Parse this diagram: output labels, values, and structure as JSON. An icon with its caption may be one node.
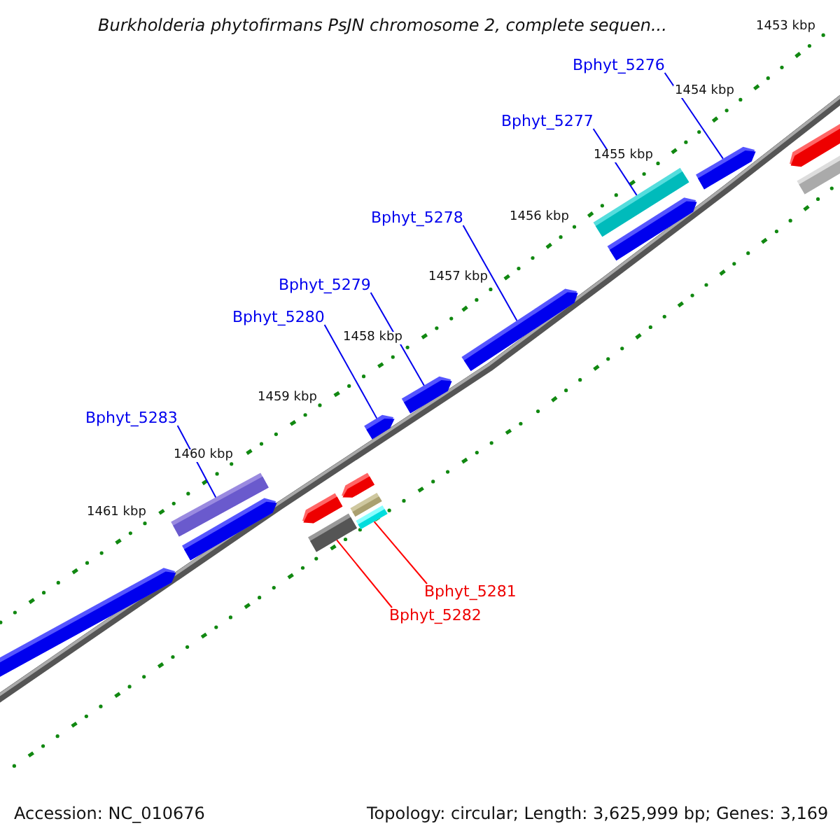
{
  "diagram": {
    "title": "Burkholderia phytofirmans PsJN chromosome 2, complete sequen...",
    "nodes": [
      {
        "text": [
          "Bphyt_5276"
        ]
      },
      {
        "text": [
          "Bphyt_5277"
        ]
      },
      {
        "text": [
          "Bphyt_5278"
        ]
      },
      {
        "text": [
          "Bphyt_5279"
        ]
      },
      {
        "text": [
          "Bphyt_5280"
        ]
      },
      {
        "text": [
          "Bphyt_5283"
        ]
      },
      {
        "text": [
          "Bphyt_5281"
        ]
      },
      {
        "text": [
          "Bphyt_5282"
        ]
      },
      {
        "text": [],
        "shape": "bar"
      },
      {
        "text": [],
        "shape": "bar"
      },
      {
        "text": [],
        "shape": "bar"
      },
      {
        "text": [],
        "shape": "bar"
      },
      {
        "text": [],
        "shape": "bar"
      },
      {
        "text": [],
        "shape": "bar"
      },
      {
        "text": [],
        "shape": "bar"
      },
      {
        "text": [],
        "shape": "bar"
      },
      {
        "text": [],
        "shape": "bar"
      },
      {
        "text": [],
        "shape": "bar"
      },
      {
        "text": [],
        "shape": "bar"
      },
      {
        "text": [],
        "shape": "bar"
      },
      {
        "text": [],
        "shape": "bar"
      },
      {
        "text": [],
        "shape": "bar"
      },
      {
        "text": [],
        "shape": "bar"
      },
      {
        "text": [],
        "shape": "bar"
      }
    ],
    "edges": [
      {
        "from": 0,
        "to": 21,
        "arrow": "none"
      },
      {
        "from": 1,
        "to": 19,
        "arrow": "none"
      },
      {
        "from": 2,
        "to": 18,
        "arrow": "none"
      },
      {
        "from": 3,
        "to": 17,
        "arrow": "none"
      },
      {
        "from": 4,
        "to": 16,
        "arrow": "none"
      },
      {
        "from": 5,
        "to": 9,
        "arrow": "none"
      },
      {
        "from": 6,
        "to": 15,
        "arrow": "none",
        "color": "#ff0000"
      },
      {
        "from": 7,
        "to": 12,
        "arrow": "none",
        "color": "#ff0000"
      }
    ],
    "labels": [
      "1453 kbp",
      "1454 kbp",
      "1455 kbp",
      "1456 kbp",
      "1457 kbp",
      "1458 kbp",
      "1459 kbp",
      "1460 kbp",
      "1461 kbp",
      "Accession: NC_010676",
      "Topology: circular; Length: 3,625,999 bp; Genes: 3,169"
    ]
  }
}
